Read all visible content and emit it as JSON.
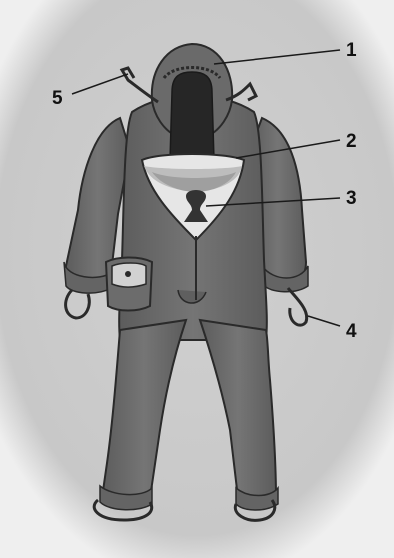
{
  "diagram": {
    "subject": "protective-suit",
    "callouts": [
      {
        "id": "hood",
        "label": "1"
      },
      {
        "id": "neck-opening",
        "label": "2"
      },
      {
        "id": "zipper",
        "label": "3"
      },
      {
        "id": "cuff-loop",
        "label": "4"
      },
      {
        "id": "hood-drawstring",
        "label": "5"
      }
    ]
  },
  "colors": {
    "background": "#d9d9d9",
    "suit": "#6f6f6f",
    "suit_shade": "#5a5a5a",
    "outline": "#2a2a2a",
    "inner_light": "#e6e6e6",
    "leader": "#1a1a1a"
  }
}
